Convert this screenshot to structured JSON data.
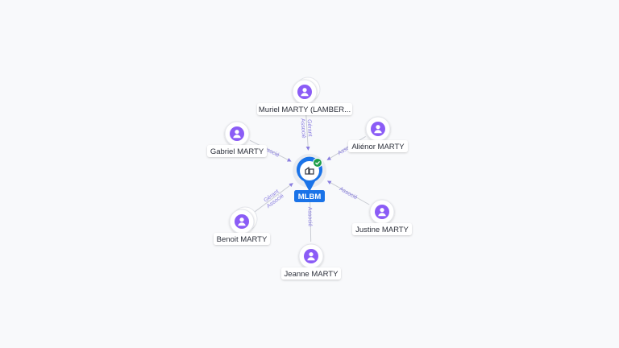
{
  "graph": {
    "center": {
      "label": "MLBM",
      "icon": "building-icon",
      "status_icon": "check-icon"
    },
    "people": [
      {
        "id": "muriel",
        "label": "Muriel MARTY (LAMBER...",
        "roles": [
          "Gérant",
          "Associé"
        ],
        "stacked": true
      },
      {
        "id": "gabriel",
        "label": "Gabriel MARTY",
        "roles": [
          "Associé"
        ],
        "stacked": false
      },
      {
        "id": "alienor",
        "label": "Aliénor MARTY",
        "roles": [
          "Associé"
        ],
        "stacked": false
      },
      {
        "id": "benoit",
        "label": "Benoit MARTY",
        "roles": [
          "Gérant",
          "Associé"
        ],
        "stacked": true
      },
      {
        "id": "justine",
        "label": "Justine MARTY",
        "roles": [
          "Associé"
        ],
        "stacked": false
      },
      {
        "id": "jeanne",
        "label": "Jeanne MARTY",
        "roles": [
          "Associé"
        ],
        "stacked": false
      }
    ],
    "colors": {
      "person_icon": "#8b5cf6",
      "center_blue": "#1a73e8",
      "edge_line": "#c9ccd3",
      "edge_label": "#8a7ee0",
      "check_green": "#1e9e4a",
      "label_text": "#2b2f3a",
      "background": "#f8f9fb"
    }
  }
}
